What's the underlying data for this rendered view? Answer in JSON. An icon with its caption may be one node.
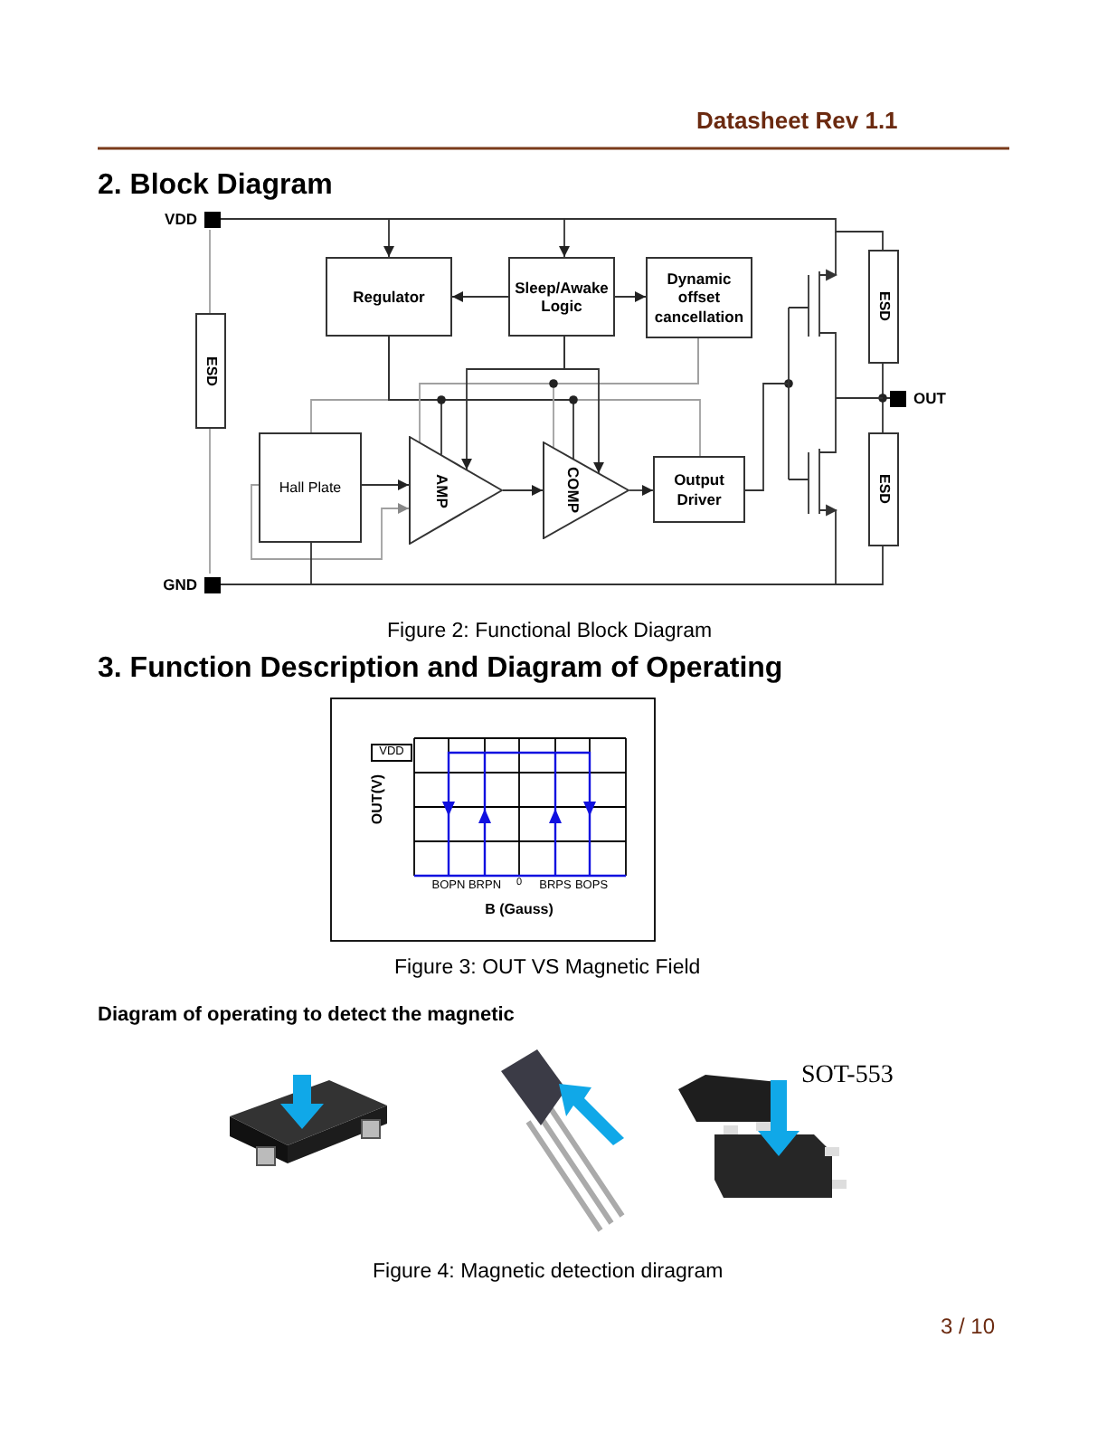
{
  "diagram": {
    "nodes": [
      {
        "text": [
          "VDD"
        ]
      },
      {
        "text": [
          "GND"
        ]
      },
      {
        "text": [
          "OUT"
        ]
      },
      {
        "text": [
          "ESD"
        ]
      },
      {
        "text": [
          "Regulator"
        ]
      },
      {
        "text": [
          "Sleep/Awake Logic"
        ]
      },
      {
        "text": [
          "Dynamic offset cancellation"
        ]
      },
      {
        "text": [
          "Hall Plate"
        ]
      },
      {
        "text": [
          "AMP"
        ]
      },
      {
        "text": [
          "COMP"
        ]
      },
      {
        "text": [
          "Output Driver"
        ]
      },
      {
        "text": [
          "ESD"
        ]
      },
      {
        "text": [
          "ESD"
        ]
      }
    ],
    "edges": [
      {
        "from": 0,
        "to": 4,
        "arrow": "to"
      },
      {
        "from": 0,
        "to": 5,
        "arrow": "to"
      },
      {
        "from": 5,
        "to": 4,
        "arrow": "to"
      },
      {
        "from": 5,
        "to": 6,
        "arrow": "to"
      },
      {
        "from": 0,
        "to": 3,
        "arrow": "none",
        "color": "#a0a0a0"
      },
      {
        "from": 3,
        "to": 1,
        "arrow": "none",
        "color": "#a0a0a0"
      },
      {
        "from": 0,
        "to": 11,
        "arrow": "none"
      },
      {
        "from": 11,
        "to": 2,
        "arrow": "none"
      },
      {
        "from": 12,
        "to": 2,
        "arrow": "none"
      },
      {
        "from": 1,
        "to": 12,
        "arrow": "none"
      },
      {
        "from": 4,
        "to": 7,
        "arrow": "none",
        "color": "#a0a0a0"
      },
      {
        "from": 4,
        "to": 10,
        "arrow": "none",
        "color": "#a0a0a0"
      },
      {
        "from": 4,
        "to": 8,
        "arrow": "none"
      },
      {
        "from": 4,
        "to": 9,
        "arrow": "none"
      },
      {
        "from": 6,
        "to": 8,
        "arrow": "none",
        "color": "#a0a0a0"
      },
      {
        "from": 6,
        "to": 9,
        "arrow": "none",
        "color": "#a0a0a0"
      },
      {
        "from": 5,
        "to": 8,
        "arrow": "to"
      },
      {
        "from": 5,
        "to": 9,
        "arrow": "to"
      },
      {
        "from": 7,
        "to": 8,
        "arrow": "to"
      },
      {
        "from": 7,
        "to": 8,
        "arrow": "to",
        "color": "#a0a0a0"
      },
      {
        "from": 7,
        "to": 1,
        "arrow": "none"
      },
      {
        "from": 8,
        "to": 9,
        "arrow": "to"
      },
      {
        "from": 9,
        "to": 10,
        "arrow": "to"
      }
    ],
    "labels": [
      "Datasheet Rev 1.1",
      "2. Block Diagram",
      "Figure 2: Functional Block Diagram",
      "3. Function Description and Diagram of Operating",
      "VDD",
      "OUT(V)",
      "BOPN",
      "BRPN",
      "0",
      "BRPS",
      "BOPS",
      "B (Gauss)",
      "Figure 3: OUT VS Magnetic Field",
      "Diagram of operating to detect the magnetic",
      "SOT-553",
      "Figure 4: Magnetic detection diragram",
      "3 / 10"
    ]
  }
}
